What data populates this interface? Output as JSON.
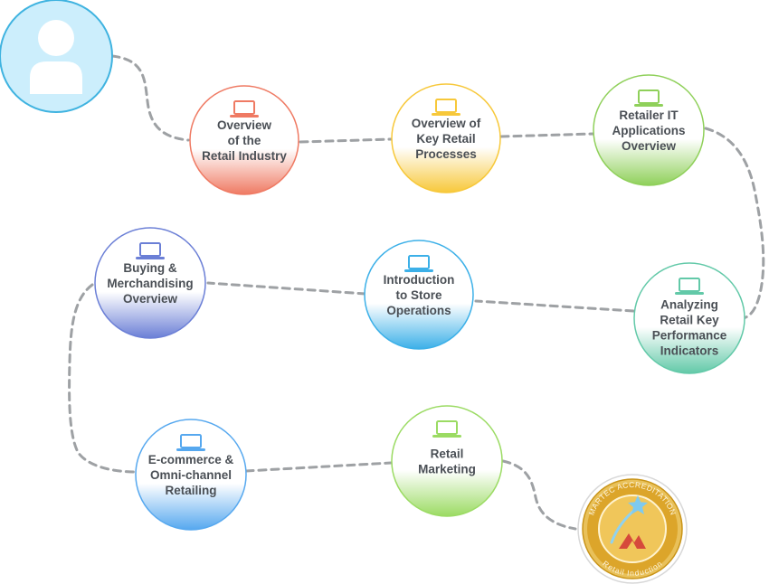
{
  "path_color": "#9ea1a4",
  "avatar": {
    "icon": "user-icon",
    "bg": "#cceefc",
    "border": "#3fb3e0"
  },
  "nodes": [
    {
      "id": "overview-retail-industry",
      "lines": [
        "Overview",
        "of the",
        "Retail Industry"
      ],
      "color": "#ef7a63",
      "icon": "laptop-icon"
    },
    {
      "id": "overview-key-retail-processes",
      "lines": [
        "Overview of",
        "Key Retail",
        "Processes"
      ],
      "color": "#f7c83a",
      "icon": "laptop-icon"
    },
    {
      "id": "retailer-it-applications",
      "lines": [
        "Retailer IT",
        "Applications",
        "Overview"
      ],
      "color": "#8fd05a",
      "icon": "laptop-icon"
    },
    {
      "id": "analyzing-retail-kpis",
      "lines": [
        "Analyzing",
        "Retail Key",
        "Performance",
        "Indicators"
      ],
      "color": "#62c9a8",
      "icon": "laptop-icon"
    },
    {
      "id": "introduction-store-operations",
      "lines": [
        "Introduction",
        "to Store",
        "Operations"
      ],
      "color": "#3cb0e8",
      "icon": "laptop-icon"
    },
    {
      "id": "buying-merchandising",
      "lines": [
        "Buying &",
        "Merchandising",
        "Overview"
      ],
      "color": "#6b7fd6",
      "icon": "laptop-icon"
    },
    {
      "id": "ecommerce-omnichannel",
      "lines": [
        "E-commerce &",
        "Omni-channel",
        "Retailing"
      ],
      "color": "#56a8ef",
      "icon": "laptop-icon"
    },
    {
      "id": "retail-marketing",
      "lines": [
        "Retail",
        "Marketing"
      ],
      "color": "#9bdb63",
      "icon": "laptop-icon"
    }
  ],
  "badge": {
    "ring_top": "MARTEC ACCREDITATION",
    "ring_bottom": "Retail Induction",
    "icons": [
      "star-icon",
      "martec-logo"
    ],
    "gold": "#e1ab2a"
  }
}
